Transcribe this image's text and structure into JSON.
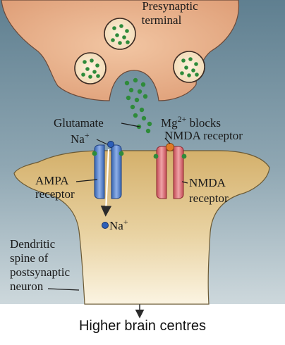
{
  "labels": {
    "presynaptic_1": "Presynaptic",
    "presynaptic_2": "terminal",
    "glutamate": "Glutamate",
    "na_top": "Na",
    "na_bottom": "Na",
    "plus": "+",
    "mg_1": "Mg",
    "mg_sup": "2+",
    "mg_1b": " blocks",
    "mg_2": "NMDA receptor",
    "ampa_1": "AMPA",
    "ampa_2": "receptor",
    "nmda_1": "NMDA",
    "nmda_2": "receptor",
    "dend_1": "Dendritic",
    "dend_2": "spine of",
    "dend_3": "postsynaptic",
    "dend_4": "neuron"
  },
  "caption": "Higher brain centres",
  "colors": {
    "background_top": "#5f7f90",
    "background_bottom": "#cdd8dc",
    "presynaptic_fill": "#e8b38e",
    "postsynaptic_fill": "#d9b97c",
    "glutamate_dot": "#2e8b3a",
    "ampa_receptor": "#4a79c9",
    "nmda_receptor": "#d9606a",
    "mg_ion": "#e07b27",
    "na_ion": "#2d5fb8"
  }
}
